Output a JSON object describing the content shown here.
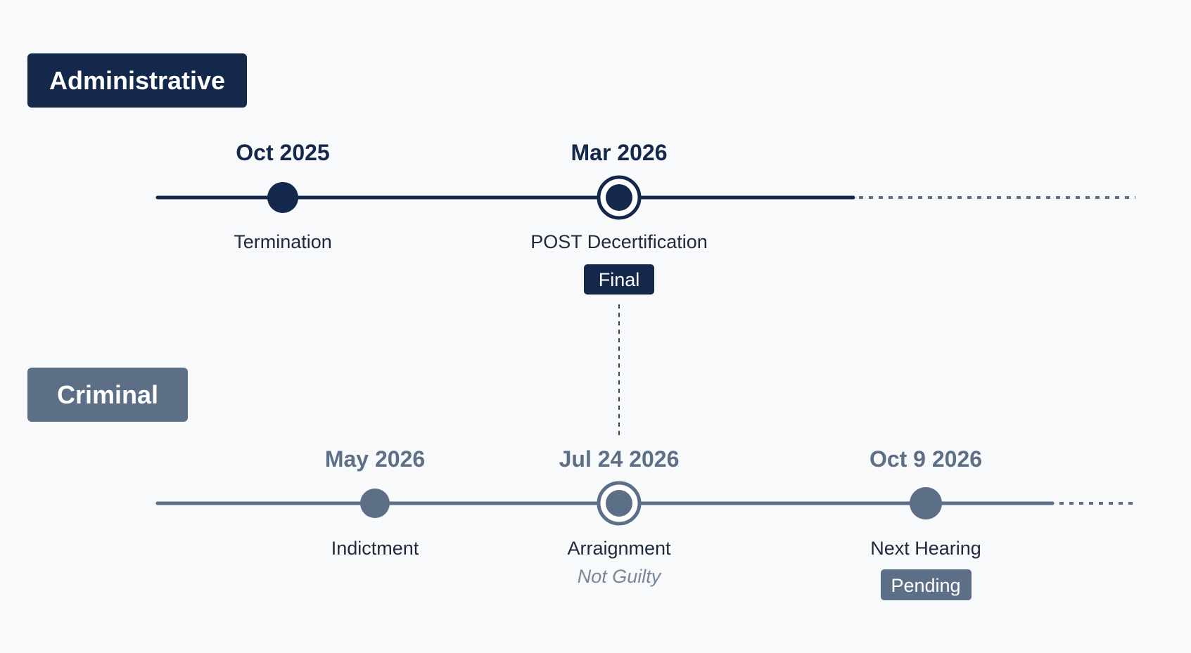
{
  "tracks": [
    {
      "id": "administrative",
      "label": "Administrative",
      "color": "#14284b",
      "events": [
        {
          "date": "Oct 2025",
          "name": "Termination",
          "highlight": false
        },
        {
          "date": "Mar 2026",
          "name": "POST Decertification",
          "highlight": true,
          "badge": "Final"
        }
      ]
    },
    {
      "id": "criminal",
      "label": "Criminal",
      "color": "#5c6f86",
      "events": [
        {
          "date": "May 2026",
          "name": "Indictment",
          "highlight": false
        },
        {
          "date": "Jul 24 2026",
          "name": "Arraignment",
          "highlight": true,
          "note": "Not Guilty"
        },
        {
          "date": "Oct 9 2026",
          "name": "Next Hearing",
          "highlight": false,
          "badge": "Pending"
        }
      ]
    }
  ],
  "colors": {
    "background": "#f8f9fb",
    "admin": "#14284b",
    "criminal": "#5c6f86",
    "note": "#7a8799"
  }
}
